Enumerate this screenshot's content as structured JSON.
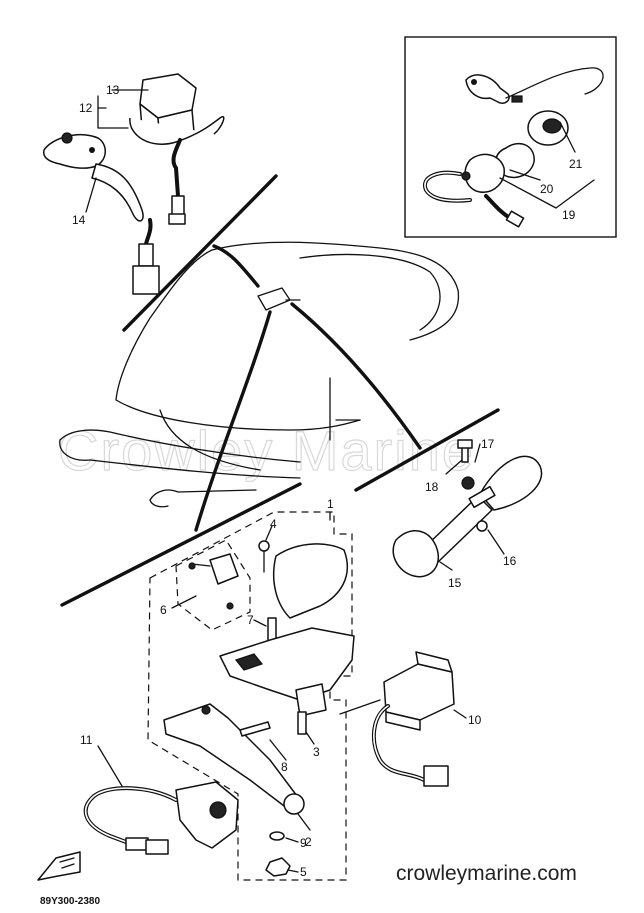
{
  "callouts": {
    "c1": "1",
    "c2": "2",
    "c3": "3",
    "c4": "4",
    "c5": "5",
    "c6": "6",
    "c7": "7",
    "c8": "8",
    "c9": "9",
    "c10": "10",
    "c11": "11",
    "c12": "12",
    "c13": "13",
    "c14": "14",
    "c15": "15",
    "c16": "16",
    "c17": "17",
    "c18": "18",
    "c19": "19",
    "c20": "20",
    "c21": "21"
  },
  "watermark": "Crowley Marine",
  "website": "crowleymarine.com",
  "drawing_code": "89Y300-2380",
  "colors": {
    "ink": "#111111",
    "watermark": "#d8d8d8",
    "paper": "#ffffff"
  }
}
